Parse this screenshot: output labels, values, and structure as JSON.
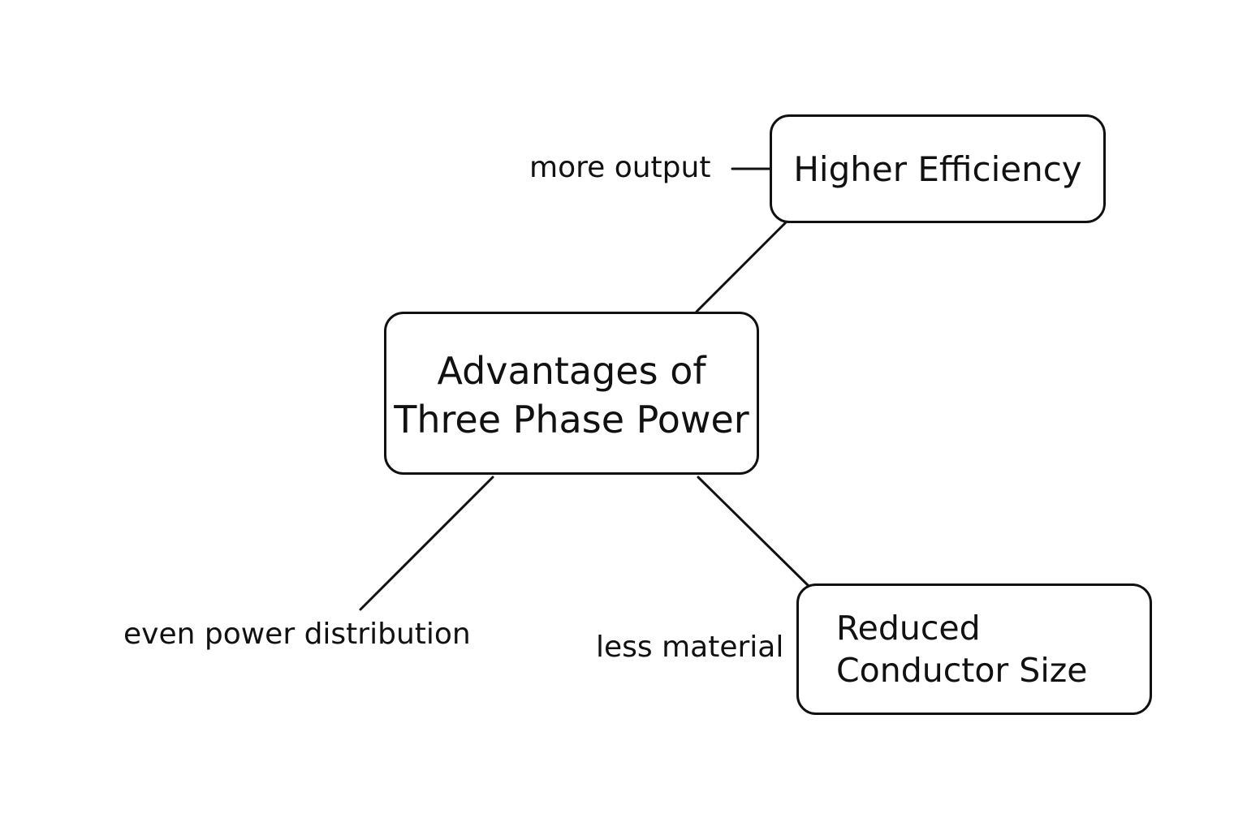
{
  "diagram": {
    "central_node": {
      "line1": "Advantages of",
      "line2": "Three Phase Power"
    },
    "nodes": {
      "higher_efficiency": "Higher Efficiency",
      "reduced_conductor_size": {
        "line1": "Reduced",
        "line2": "Conductor Size"
      }
    },
    "edge_labels": {
      "more_output": "more output",
      "even_power_distribution": "even power distribution",
      "less_material": "less material"
    },
    "colors": {
      "stroke": "#111111",
      "background": "#ffffff"
    }
  }
}
